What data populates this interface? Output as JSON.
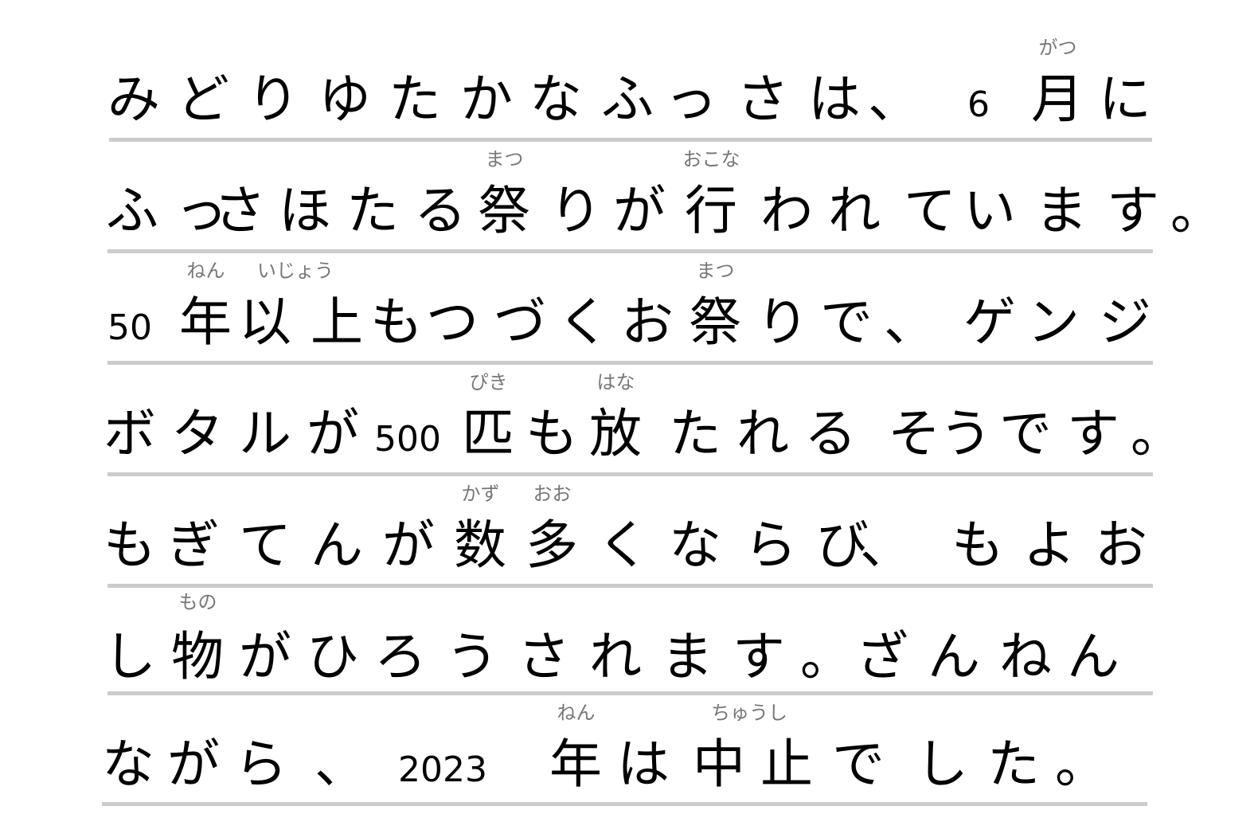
{
  "document": {
    "type": "handwritten-composition",
    "lines": [
      {
        "text": "みどりゆたかなふっさは、6月に",
        "chars": [
          "み",
          "ど",
          "り",
          "ゆ",
          "た",
          "か",
          "な",
          "ふ",
          "っ",
          "さ",
          "は",
          "、",
          "6",
          "月",
          "に"
        ],
        "ruby": [
          {
            "base": "月",
            "reading": "がつ"
          }
        ]
      },
      {
        "text": "ふっさほたる祭りが行われています。",
        "chars": [
          "ふ",
          "っ",
          "さ",
          "ほ",
          "た",
          "る",
          "祭",
          "り",
          "が",
          "行",
          "わ",
          "れ",
          "て",
          "い",
          "ま",
          "す",
          "。"
        ],
        "ruby": [
          {
            "base": "祭",
            "reading": "まつ"
          },
          {
            "base": "行",
            "reading": "おこな"
          }
        ]
      },
      {
        "text": "50年以上もつづくお祭りで、ゲンジ",
        "chars": [
          "50",
          "年",
          "以",
          "上",
          "も",
          "つ",
          "づ",
          "く",
          "お",
          "祭",
          "り",
          "で",
          "、",
          "ゲ",
          "ン",
          "ジ"
        ],
        "ruby": [
          {
            "base": "年",
            "reading": "ねん"
          },
          {
            "base": "以上",
            "reading": "いじょう"
          },
          {
            "base": "祭",
            "reading": "まつ"
          }
        ]
      },
      {
        "text": "ボタルが500匹も放たれるそうです。",
        "chars": [
          "ボ",
          "タ",
          "ル",
          "が",
          "500",
          "匹",
          "も",
          "放",
          "た",
          "れ",
          "る",
          "そ",
          "う",
          "で",
          "す",
          "。"
        ],
        "ruby": [
          {
            "base": "匹",
            "reading": "ぴき"
          },
          {
            "base": "放",
            "reading": "はな"
          }
        ]
      },
      {
        "text": "もぎてんが数多くならび、もよお",
        "chars": [
          "も",
          "ぎ",
          "て",
          "ん",
          "が",
          "数",
          "多",
          "く",
          "な",
          "ら",
          "び",
          "、",
          "も",
          "よ",
          "お"
        ],
        "ruby": [
          {
            "base": "数",
            "reading": "かず"
          },
          {
            "base": "多",
            "reading": "おお"
          }
        ]
      },
      {
        "text": "し物がひろうされます。ざんねん",
        "chars": [
          "し",
          "物",
          "が",
          "ひ",
          "ろ",
          "う",
          "さ",
          "れ",
          "ま",
          "す",
          "。",
          "ざ",
          "ん",
          "ね",
          "ん"
        ],
        "ruby": [
          {
            "base": "物",
            "reading": "もの"
          }
        ]
      },
      {
        "text": "ながら、2023年は中止でした。",
        "chars": [
          "な",
          "が",
          "ら",
          "、",
          "2023",
          "年",
          "は",
          "中",
          "止",
          "で",
          "し",
          "た",
          "。"
        ],
        "ruby": [
          {
            "base": "年",
            "reading": "ねん"
          },
          {
            "base": "中止",
            "reading": "ちゅうし"
          }
        ]
      }
    ]
  },
  "colors": {
    "ink": "#000000",
    "ruby": "#777777",
    "rule": "#cccccc",
    "background": "#ffffff"
  }
}
